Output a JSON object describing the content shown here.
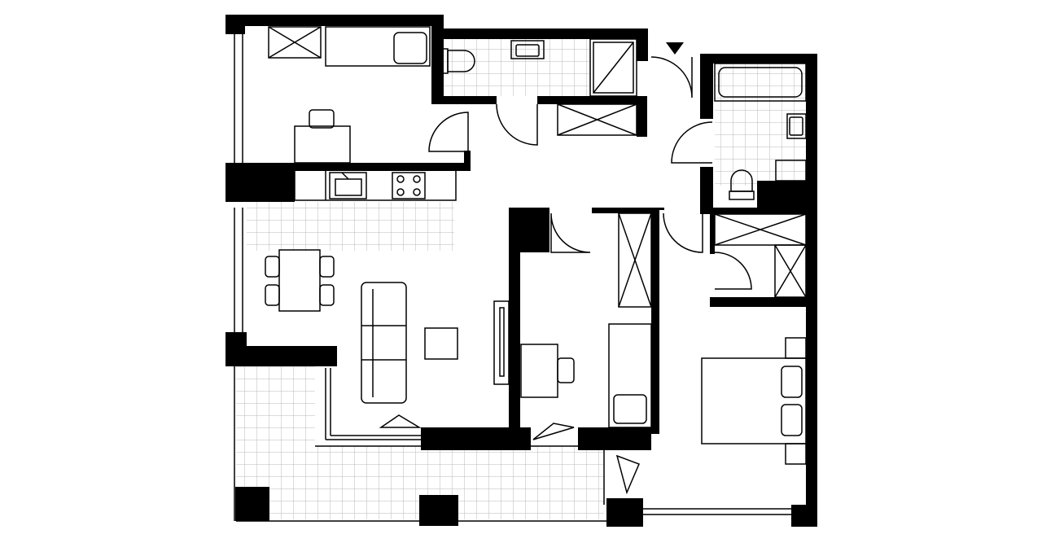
{
  "plan": {
    "colors": {
      "background": "#ffffff",
      "wall": "#000000",
      "line": "#000000",
      "tile": "#b8b8b8"
    },
    "entrance_marker": "entrance-arrow-icon",
    "rooms": [
      {
        "id": "bedroom-small",
        "icon": "bed-icon"
      },
      {
        "id": "wc",
        "icon": "toilet-icon"
      },
      {
        "id": "hall",
        "icon": "door-icon"
      },
      {
        "id": "bathroom",
        "icon": "bathtub-icon"
      },
      {
        "id": "kitchen-living",
        "icon": "sofa-icon"
      },
      {
        "id": "office",
        "icon": "desk-icon"
      },
      {
        "id": "wardrobe",
        "icon": "wardrobe-icon"
      },
      {
        "id": "bedroom-master",
        "icon": "double-bed-icon"
      },
      {
        "id": "terrace",
        "icon": "tile-icon"
      }
    ]
  }
}
